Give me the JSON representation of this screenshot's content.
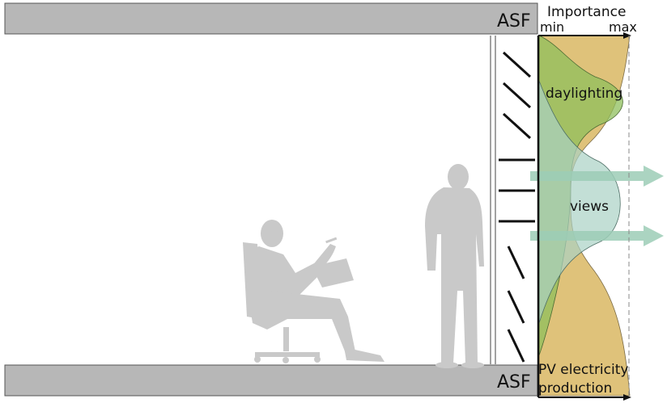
{
  "labels": {
    "asf_top": "ASF",
    "asf_bottom": "ASF",
    "importance": "Importance",
    "min": "min",
    "max": "max",
    "daylighting": "daylighting",
    "views": "views",
    "pv_line1": "PV electricity",
    "pv_line2": "production"
  },
  "colors": {
    "slab": "#b7b7b7",
    "pv_area": "#dfc27a",
    "daylighting_area": "#8fbf5c",
    "views_area": "#a9d1c4",
    "arrow": "#9ccdb6",
    "silhouette": "#c9c9c9"
  },
  "icons": {
    "person_seated": "seated-person-silhouette",
    "person_standing": "standing-person-silhouette"
  }
}
